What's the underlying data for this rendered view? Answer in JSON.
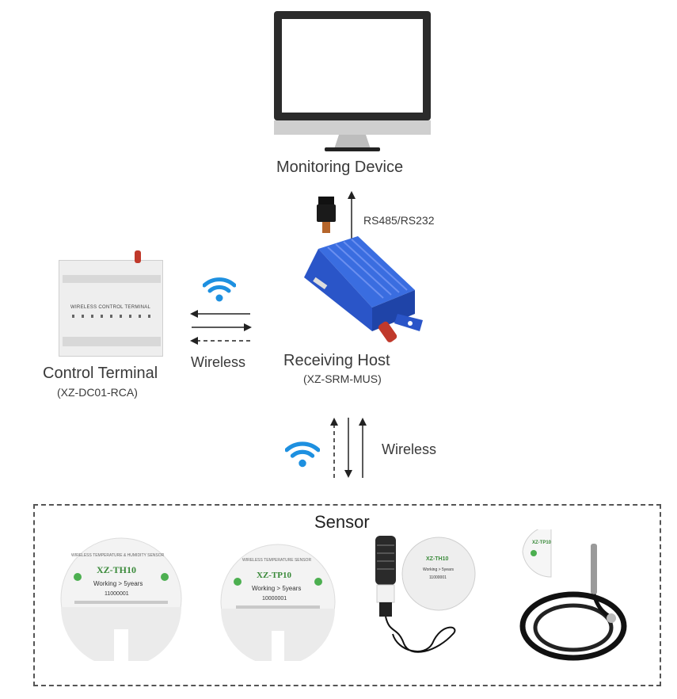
{
  "monitoring": {
    "label": "Monitoring Device"
  },
  "link_top": {
    "label": "RS485/RS232"
  },
  "host": {
    "name": "Receiving Host",
    "model": "(XZ-SRM-MUS)"
  },
  "terminal": {
    "name": "Control  Terminal",
    "model": "(XZ-DC01-RCA)",
    "panel_text": "WIRELESS CONTROL TERMINAL"
  },
  "link_left": {
    "label": "Wireless"
  },
  "link_bottom": {
    "label": "Wireless"
  },
  "sensors": {
    "title": "Sensor",
    "th10": {
      "model": "XZ-TH10",
      "working": "Working > 5years",
      "serial": "11000001",
      "arc": "WIRELESS TEMPERATURE & HUMIDITY SENSOR"
    },
    "tp10": {
      "model": "XZ-TP10",
      "working": "Working > 5years",
      "serial": "10000001",
      "arc": "WIRELESS TEMPERATURE SENSOR"
    },
    "probe_small": {
      "model": "XZ-TH10",
      "working": "Working > 5years",
      "serial": "11000001"
    },
    "probe_cable": {
      "model": "XZ-TP10"
    }
  },
  "colors": {
    "wifi": "#1e90e0",
    "host_blue": "#2a55c8",
    "antenna_red": "#c0392b"
  },
  "icons": [
    "monitor-icon",
    "wifi-icon",
    "connector-icon",
    "antenna-icon"
  ]
}
